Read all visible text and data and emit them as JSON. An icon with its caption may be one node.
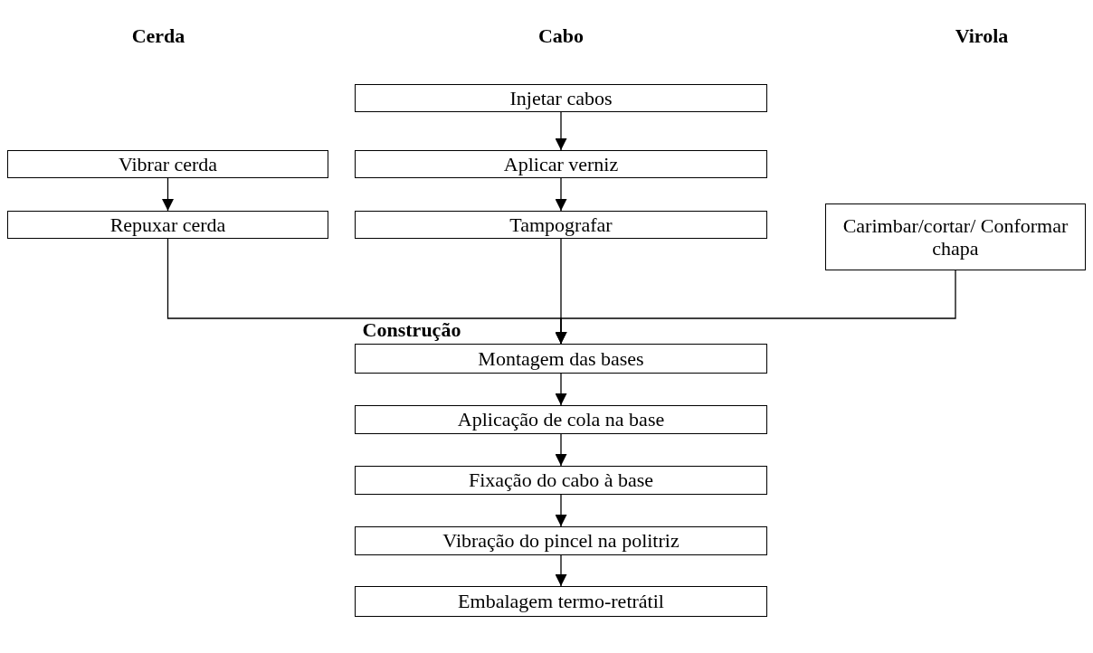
{
  "diagram": {
    "nodes": [
      {
        "text": [
          "Injetar cabos"
        ]
      },
      {
        "text": [
          "Vibrar cerda"
        ]
      },
      {
        "text": [
          "Aplicar verniz"
        ]
      },
      {
        "text": [
          "Carimbar/cortar/ Conformar chapa"
        ]
      },
      {
        "text": [
          "Repuxar cerda"
        ]
      },
      {
        "text": [
          "Tampografar"
        ]
      },
      {
        "text": [
          "Montagem das bases"
        ]
      },
      {
        "text": [
          "Aplicação de cola na base"
        ]
      },
      {
        "text": [
          "Fixação do cabo à base"
        ]
      },
      {
        "text": [
          "Vibração do pincel na politriz"
        ]
      },
      {
        "text": [
          "Embalagem termo-retrátil"
        ]
      }
    ],
    "edges": [
      {
        "from": 0,
        "to": 2,
        "arrow": "to"
      },
      {
        "from": 2,
        "to": 5,
        "arrow": "to"
      },
      {
        "from": 1,
        "to": 4,
        "arrow": "to"
      },
      {
        "from": 4,
        "to": 6,
        "arrow": "to"
      },
      {
        "from": 5,
        "to": 6,
        "arrow": "to"
      },
      {
        "from": 3,
        "to": 6,
        "arrow": "to"
      },
      {
        "from": 6,
        "to": 7,
        "arrow": "to"
      },
      {
        "from": 7,
        "to": 8,
        "arrow": "to"
      },
      {
        "from": 8,
        "to": 9,
        "arrow": "to"
      },
      {
        "from": 9,
        "to": 10,
        "arrow": "to"
      }
    ],
    "labels": [
      "Cerda",
      "Cabo",
      "Virola",
      "Construção"
    ]
  }
}
